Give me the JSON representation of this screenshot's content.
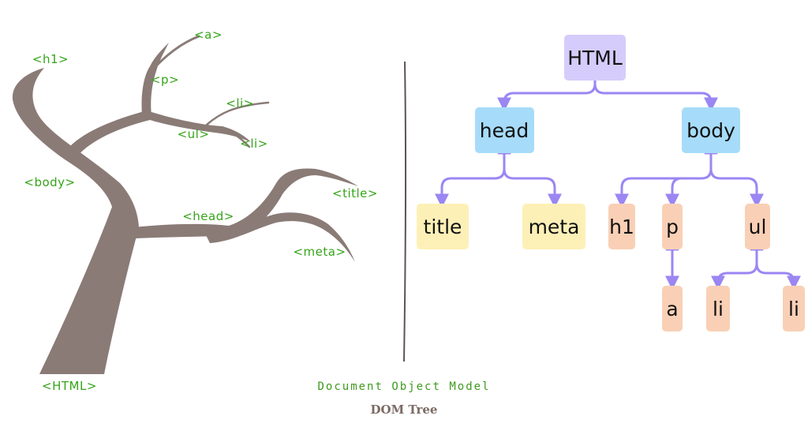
{
  "captions": {
    "subtitle": "Document Object Model",
    "title": "DOM Tree"
  },
  "tree_illustration": {
    "labels": {
      "html": "<HTML>",
      "body": "<body>",
      "h1": "<h1>",
      "a": "<a>",
      "p": "<p>",
      "li_1": "<li>",
      "ul": "<ul>",
      "li_2": "<li>",
      "head": "<head>",
      "title": "<title>",
      "meta": "<meta>"
    },
    "colors": {
      "branch": "#8a7b76",
      "label": "#35a41a"
    }
  },
  "dom_diagram": {
    "nodes": {
      "html": "HTML",
      "head": "head",
      "body": "body",
      "title": "title",
      "meta": "meta",
      "h1": "h1",
      "p": "p",
      "ul": "ul",
      "a": "a",
      "li_1": "li",
      "li_2": "li"
    },
    "edges": [
      [
        "html",
        "head"
      ],
      [
        "html",
        "body"
      ],
      [
        "head",
        "title"
      ],
      [
        "head",
        "meta"
      ],
      [
        "body",
        "h1"
      ],
      [
        "body",
        "p"
      ],
      [
        "body",
        "ul"
      ],
      [
        "p",
        "a"
      ],
      [
        "ul",
        "li_1"
      ],
      [
        "ul",
        "li_2"
      ]
    ],
    "colors": {
      "root": "#d6ccfb",
      "level1": "#a6dcf9",
      "head_children": "#fdf0b7",
      "body_descendants": "#f9d0b6",
      "connector": "#9b86f3"
    }
  }
}
